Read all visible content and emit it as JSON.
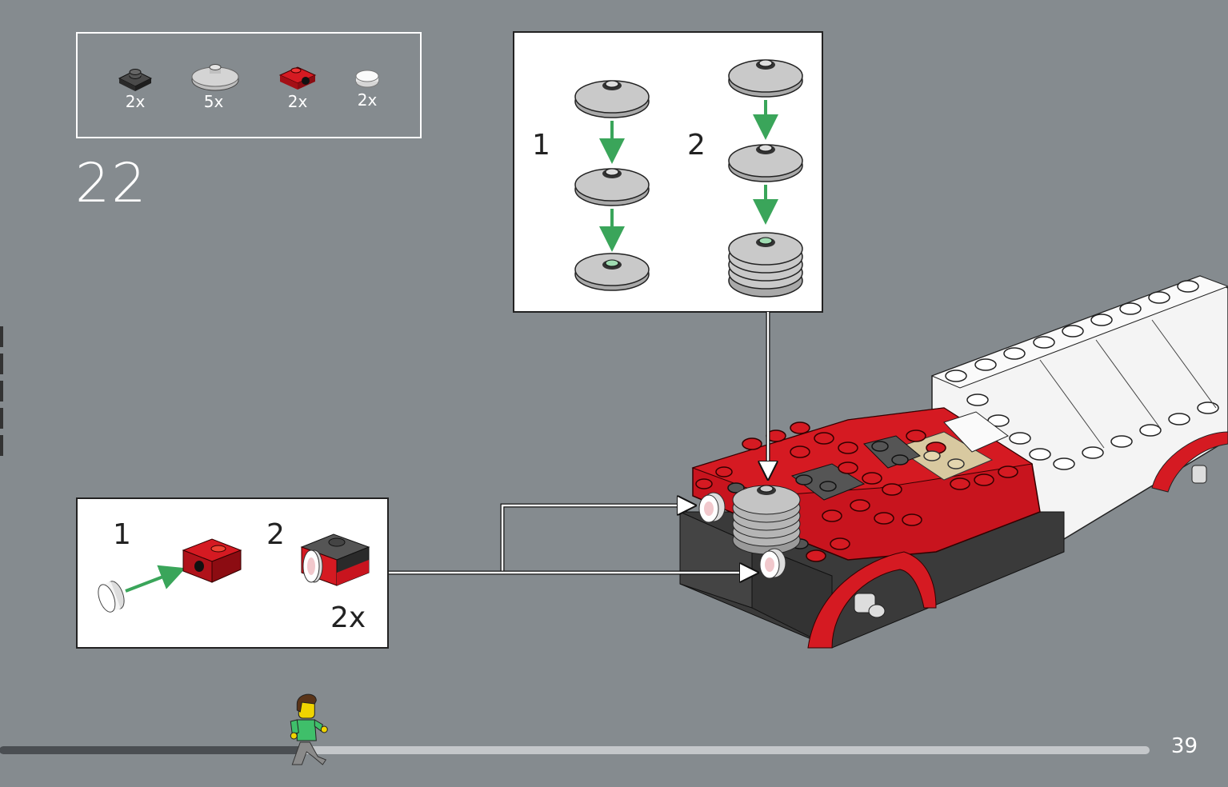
{
  "step": {
    "number": "22"
  },
  "parts": [
    {
      "icon": "dark-gray-plate-1x1-icon",
      "quantity": "2x",
      "color": "#3a3a3a"
    },
    {
      "icon": "gray-round-dish-icon",
      "quantity": "5x",
      "color": "#c8c8c8"
    },
    {
      "icon": "red-bracket-icon",
      "quantity": "2x",
      "color": "#c8141e"
    },
    {
      "icon": "white-round-tile-icon",
      "quantity": "2x",
      "color": "#eeeeee"
    }
  ],
  "callout_top": {
    "sub_step_1": "1",
    "sub_step_2": "2"
  },
  "callout_bottom": {
    "sub_step_1": "1",
    "sub_step_2": "2",
    "multiplier": "2x"
  },
  "progress": {
    "fraction": 0.26
  },
  "page": {
    "number": "39"
  },
  "colors": {
    "background": "#858b8f",
    "arrow_green": "#3aa55a",
    "brick_red": "#c8141e",
    "brick_white": "#f4f4f4",
    "progress_done": "#4a4e52",
    "progress_todo": "#c4c7ca"
  }
}
